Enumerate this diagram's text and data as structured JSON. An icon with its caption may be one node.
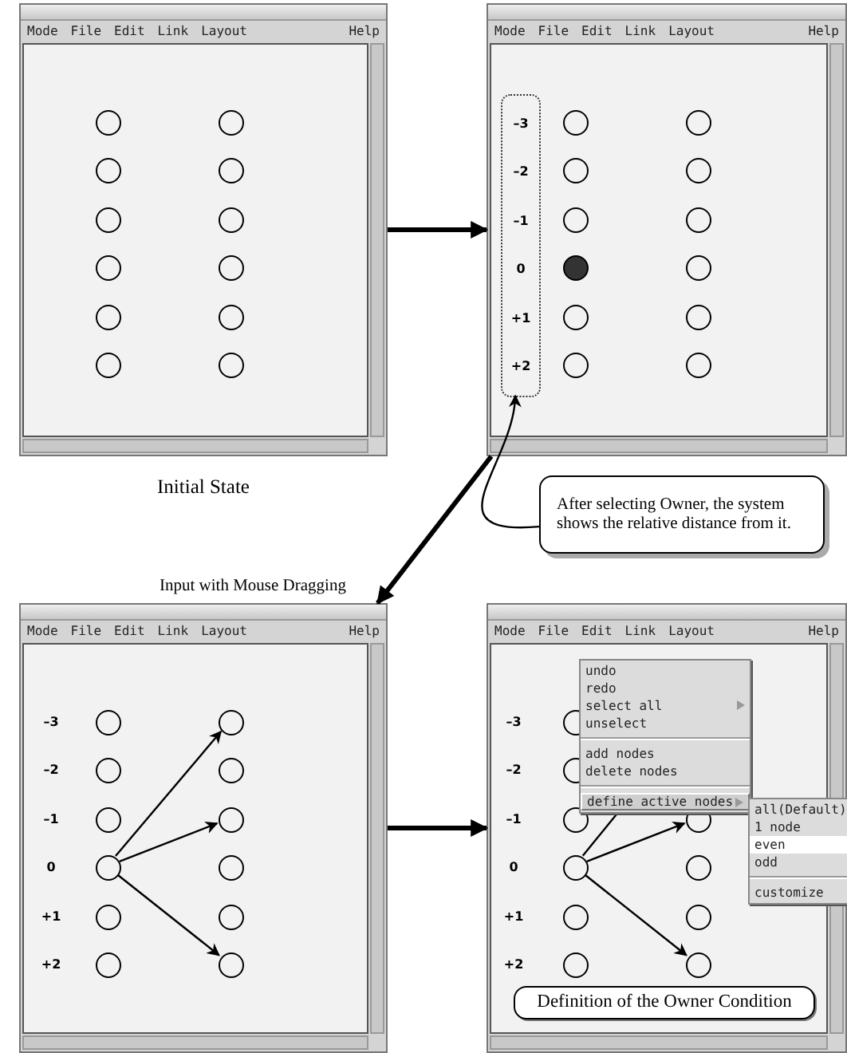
{
  "diagram": {
    "nodes": [
      {
        "text": [
          "Mode",
          "File",
          "Edit",
          "Link",
          "Layout",
          "Help"
        ],
        "beside": [
          "Initial State"
        ]
      },
      {
        "text": [],
        "shape": "circle",
        "in": 0
      },
      {
        "text": [],
        "shape": "circle",
        "in": 0
      },
      {
        "text": [],
        "shape": "circle",
        "in": 0
      },
      {
        "text": [],
        "shape": "circle",
        "in": 0
      },
      {
        "text": [],
        "shape": "circle",
        "in": 0
      },
      {
        "text": [],
        "shape": "circle",
        "in": 0
      },
      {
        "text": [],
        "shape": "circle",
        "in": 0
      },
      {
        "text": [],
        "shape": "circle",
        "in": 0
      },
      {
        "text": [],
        "shape": "circle",
        "in": 0
      },
      {
        "text": [],
        "shape": "circle",
        "in": 0
      },
      {
        "text": [],
        "shape": "circle",
        "in": 0
      },
      {
        "text": [],
        "shape": "circle",
        "in": 0
      },
      {
        "text": [
          "Mode",
          "File",
          "Edit",
          "Link",
          "Layout",
          "Help"
        ]
      },
      {
        "text": [
          "–3",
          "–2",
          "–1",
          "0",
          "+1",
          "+2"
        ],
        "in": 13
      },
      {
        "text": [],
        "shape": "circle",
        "in": 13
      },
      {
        "text": [],
        "shape": "circle",
        "in": 13
      },
      {
        "text": [],
        "shape": "circle",
        "in": 13
      },
      {
        "text": [],
        "shape": "circle",
        "in": 13
      },
      {
        "text": [],
        "shape": "circle",
        "in": 13
      },
      {
        "text": [],
        "shape": "circle",
        "in": 13
      },
      {
        "text": [],
        "shape": "dot",
        "in": 13
      },
      {
        "text": [],
        "shape": "circle",
        "in": 13
      },
      {
        "text": [],
        "shape": "circle",
        "in": 13
      },
      {
        "text": [],
        "shape": "circle",
        "in": 13
      },
      {
        "text": [],
        "shape": "circle",
        "in": 13
      },
      {
        "text": [],
        "shape": "circle",
        "in": 13
      },
      {
        "text": [
          "After selecting Owner, the system shows the relative distance from it."
        ]
      },
      {
        "text": [
          "Mode",
          "File",
          "Edit",
          "Link",
          "Layout",
          "Help"
        ]
      },
      {
        "text": [],
        "shape": "circle",
        "in": 28
      },
      {
        "text": [],
        "shape": "circle",
        "in": 28
      },
      {
        "text": [],
        "shape": "circle",
        "in": 28
      },
      {
        "text": [],
        "shape": "circle",
        "in": 28
      },
      {
        "text": [],
        "shape": "circle",
        "in": 28
      },
      {
        "text": [],
        "shape": "circle",
        "in": 28
      },
      {
        "text": [],
        "shape": "circle",
        "in": 28
      },
      {
        "text": [],
        "shape": "circle",
        "in": 28
      },
      {
        "text": [],
        "shape": "circle",
        "in": 28
      },
      {
        "text": [],
        "shape": "circle",
        "in": 28
      },
      {
        "text": [],
        "shape": "circle",
        "in": 28
      },
      {
        "text": [],
        "shape": "circle",
        "in": 28
      },
      {
        "text": [
          "Mode",
          "File",
          "Edit",
          "Link",
          "Layout",
          "Help"
        ]
      },
      {
        "text": [],
        "shape": "circle",
        "in": 41
      },
      {
        "text": [],
        "shape": "circle",
        "in": 41
      },
      {
        "text": [],
        "shape": "circle",
        "in": 41
      },
      {
        "text": [],
        "shape": "circle",
        "in": 41
      },
      {
        "text": [],
        "shape": "circle",
        "in": 41
      },
      {
        "text": [],
        "shape": "circle",
        "in": 41
      },
      {
        "text": [],
        "shape": "circle",
        "in": 41
      },
      {
        "text": [],
        "shape": "circle",
        "in": 41
      },
      {
        "text": [],
        "shape": "circle",
        "in": 41
      },
      {
        "text": [],
        "shape": "circle",
        "in": 41
      },
      {
        "text": [
          "undo",
          "redo",
          "select all",
          "unselect",
          "add nodes",
          "delete nodes",
          "define active nodes"
        ],
        "in": 41
      },
      {
        "text": [
          "all(Default)",
          "1 node",
          "even",
          "odd",
          "customize"
        ],
        "in": 41
      },
      {
        "text": [
          "Definition of the Owner Condition"
        ],
        "in": 41
      }
    ],
    "edges": [
      {
        "from": 0,
        "to": 13,
        "arrow": "to",
        "style": "thick"
      },
      {
        "from": 27,
        "to": 14,
        "arrow": "to"
      },
      {
        "from": 13,
        "to": 28,
        "arrow": "to",
        "style": "thick",
        "label": "Input with Mouse Dragging"
      },
      {
        "from": 28,
        "to": 41,
        "arrow": "to",
        "style": "thick"
      },
      {
        "from": 35,
        "to": 30,
        "arrow": "to"
      },
      {
        "from": 35,
        "to": 34,
        "arrow": "to"
      },
      {
        "from": 35,
        "to": 40,
        "arrow": "to"
      },
      {
        "from": 46,
        "to": 52,
        "arrow": "none"
      },
      {
        "from": 46,
        "to": 45,
        "arrow": "to"
      },
      {
        "from": 46,
        "to": 51,
        "arrow": "to"
      }
    ],
    "labels": [
      "–3",
      "–2",
      "–1",
      "0",
      "+1",
      "+2",
      "–3",
      "–2",
      "–1",
      "0",
      "+1",
      "+2"
    ]
  }
}
